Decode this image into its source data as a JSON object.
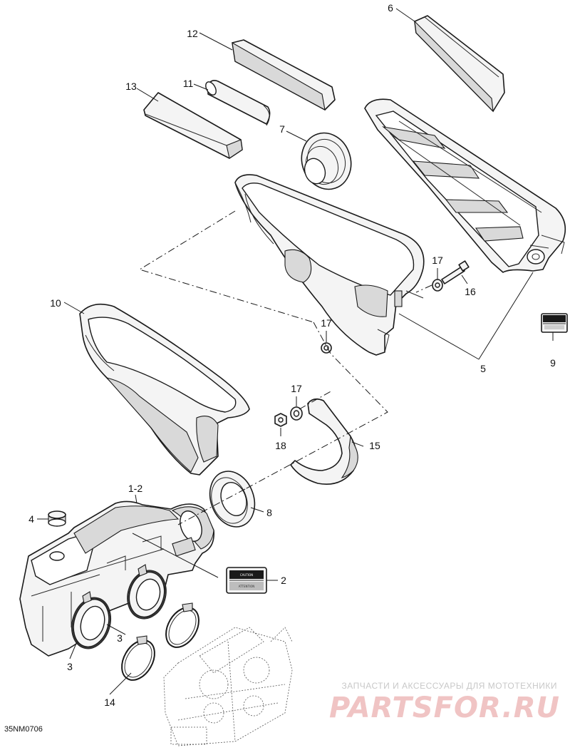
{
  "callouts": [
    {
      "id": "6",
      "text": "6"
    },
    {
      "id": "12",
      "text": "12"
    },
    {
      "id": "11",
      "text": "11"
    },
    {
      "id": "13",
      "text": "13"
    },
    {
      "id": "7",
      "text": "7"
    },
    {
      "id": "17a",
      "text": "17"
    },
    {
      "id": "16",
      "text": "16"
    },
    {
      "id": "17b",
      "text": "17"
    },
    {
      "id": "5",
      "text": "5"
    },
    {
      "id": "9",
      "text": "9"
    },
    {
      "id": "10",
      "text": "10"
    },
    {
      "id": "17c",
      "text": "17"
    },
    {
      "id": "18",
      "text": "18"
    },
    {
      "id": "15",
      "text": "15"
    },
    {
      "id": "1-2",
      "text": "1-2"
    },
    {
      "id": "4",
      "text": "4"
    },
    {
      "id": "8",
      "text": "8"
    },
    {
      "id": "2",
      "text": "2"
    },
    {
      "id": "3a",
      "text": "3"
    },
    {
      "id": "3b",
      "text": "3"
    },
    {
      "id": "14",
      "text": "14"
    }
  ],
  "labels": {
    "caution": "CAUTION",
    "attention": "ATTENTION"
  },
  "drawing_code": "35NM0706",
  "watermark": {
    "tagline": "ЗАПЧАСТИ И АКСЕССУАРЫ ДЛЯ МОТОТЕХНИКИ",
    "logo": "PARTSFOR.RU"
  }
}
